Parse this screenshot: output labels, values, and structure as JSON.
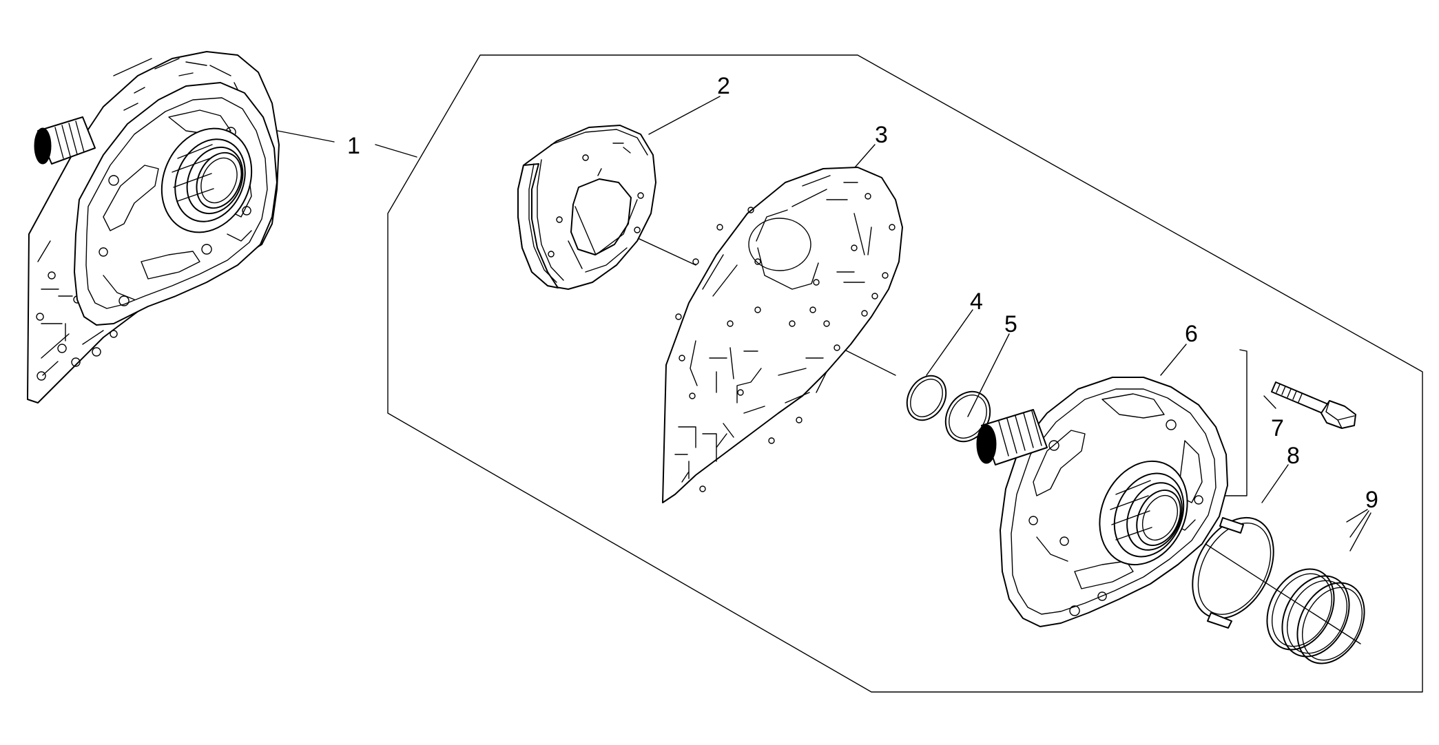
{
  "callouts": [
    {
      "id": "callout-1",
      "label": "1"
    },
    {
      "id": "callout-2",
      "label": "2"
    },
    {
      "id": "callout-3",
      "label": "3"
    },
    {
      "id": "callout-4",
      "label": "4"
    },
    {
      "id": "callout-5",
      "label": "5"
    },
    {
      "id": "callout-6",
      "label": "6"
    },
    {
      "id": "callout-7",
      "label": "7"
    },
    {
      "id": "callout-8",
      "label": "8"
    },
    {
      "id": "callout-9",
      "label": "9"
    }
  ],
  "colors": {
    "line": "#000000",
    "background": "#ffffff"
  }
}
